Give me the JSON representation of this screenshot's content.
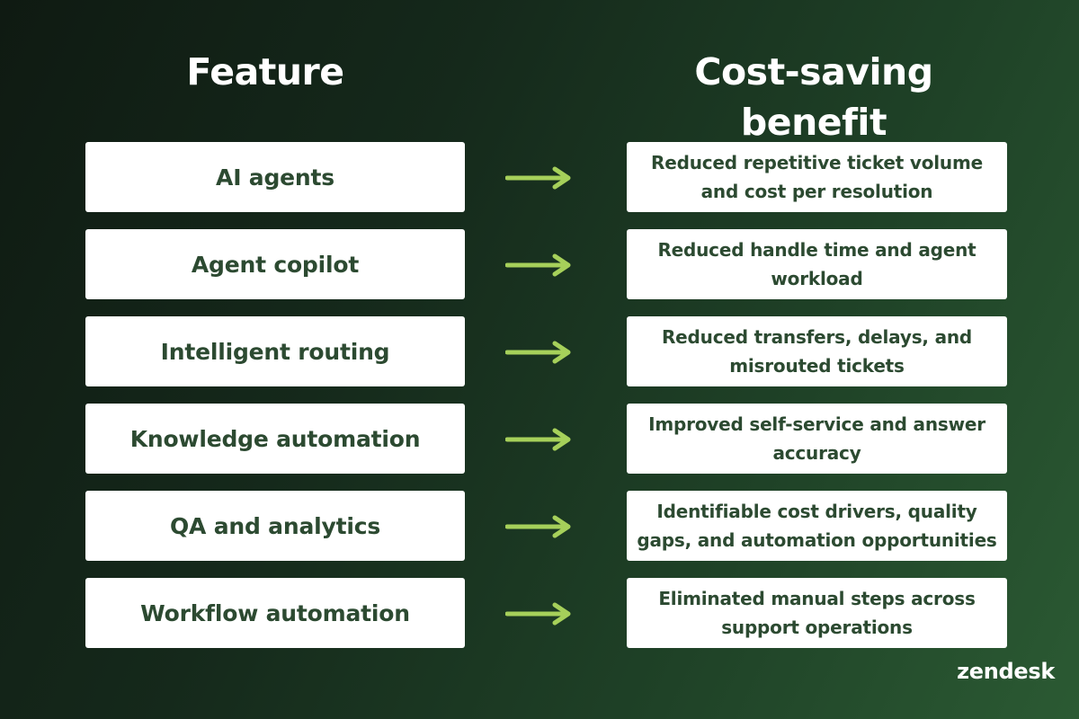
{
  "headings": {
    "feature": "Feature",
    "benefit": "Cost-saving benefit"
  },
  "rows": [
    {
      "feature": "AI agents",
      "benefit": "Reduced repetitive ticket volume and cost per resolution"
    },
    {
      "feature": "Agent copilot",
      "benefit": "Reduced handle time and agent workload"
    },
    {
      "feature": "Intelligent routing",
      "benefit": "Reduced transfers, delays, and misrouted tickets"
    },
    {
      "feature": "Knowledge automation",
      "benefit": "Improved self-service and answer accuracy"
    },
    {
      "feature": "QA and analytics",
      "benefit": "Identifiable cost drivers, quality gaps, and automation opportunities"
    },
    {
      "feature": "Workflow automation",
      "benefit": "Eliminated manual steps across support operations"
    }
  ],
  "logo": "zendesk",
  "colors": {
    "background_dark": "#0f1a12",
    "background_light": "#2b5a33",
    "box_text": "#2c4a31",
    "arrow": "#a6d05a"
  },
  "icons": {
    "arrow": "arrow-right-icon"
  }
}
